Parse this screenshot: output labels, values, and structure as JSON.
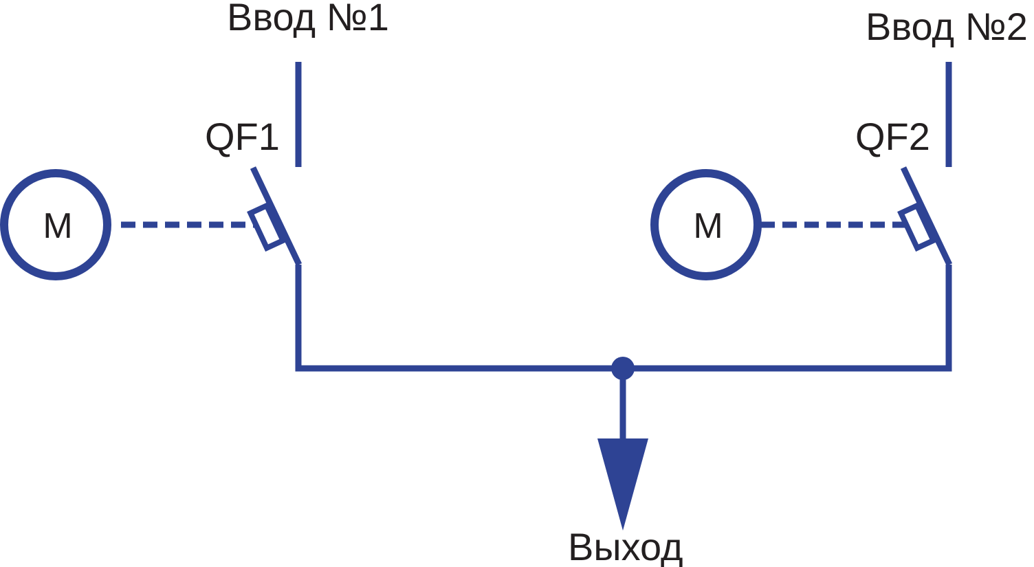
{
  "colors": {
    "line": "#2e4394",
    "text": "#231f20",
    "background": "#ffffff"
  },
  "inputs": [
    {
      "label": "Ввод №1",
      "breaker": "QF1",
      "motor": "M"
    },
    {
      "label": "Ввод №2",
      "breaker": "QF2",
      "motor": "M"
    }
  ],
  "output": {
    "label": "Выход"
  }
}
